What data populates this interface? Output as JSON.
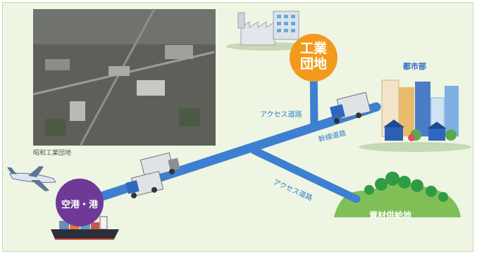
{
  "diagram": {
    "photo_caption": "昭和工業団地",
    "nodes": {
      "industrial_park": {
        "label_line1": "工業",
        "label_line2": "団地",
        "color": "#f39a1d"
      },
      "airport_port": {
        "label": "空港・港",
        "color": "#6f3a97"
      },
      "city": {
        "label": "都市部"
      },
      "materials": {
        "label": "資材供給地"
      }
    },
    "roads": {
      "access_upper": "アクセス道路",
      "trunk": "幹線道路",
      "access_lower": "アクセス道路"
    },
    "colors": {
      "road": "#3d7fd1",
      "background": "#eef5e3",
      "road_label": "#2f7fc9"
    }
  }
}
